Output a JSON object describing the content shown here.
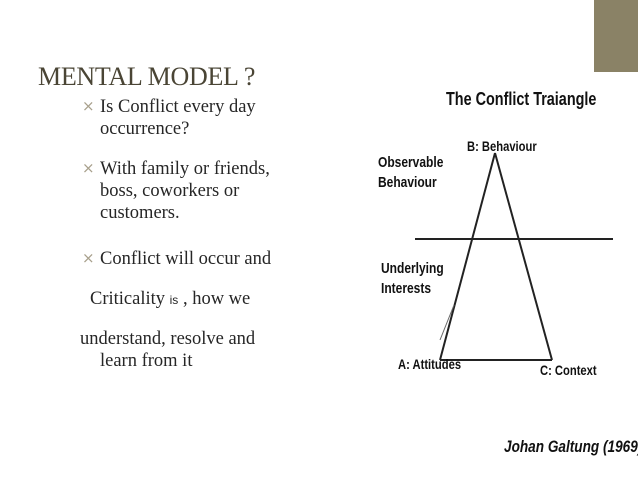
{
  "slide": {
    "title": "MENTAL MODEL ?",
    "accent_color": "#8a8266",
    "bullet_mark": "⨯",
    "bullets": [
      {
        "line1": "Is Conflict every day",
        "line2": "occurrence?"
      },
      {
        "line1": "With family or friends,",
        "line2": "boss, coworkers or",
        "line3": "customers."
      },
      {
        "line1": "Conflict will occur and"
      }
    ],
    "continuation": {
      "criticality_a": "Criticality ",
      "criticality_small": "is",
      "criticality_b": " , how we",
      "understand_line1": "understand, resolve and",
      "understand_line2": "learn from it"
    }
  },
  "diagram": {
    "title": "The Conflict Traiangle",
    "vertex_b": "B: Behaviour",
    "observable_line1": "Observable",
    "observable_line2": "Behaviour",
    "underlying_line1": "Underlying",
    "underlying_line2": "Interests",
    "vertex_a": "A: Attitudes",
    "vertex_c": "C: Context",
    "citation": "Johan Galtung (1969)"
  }
}
